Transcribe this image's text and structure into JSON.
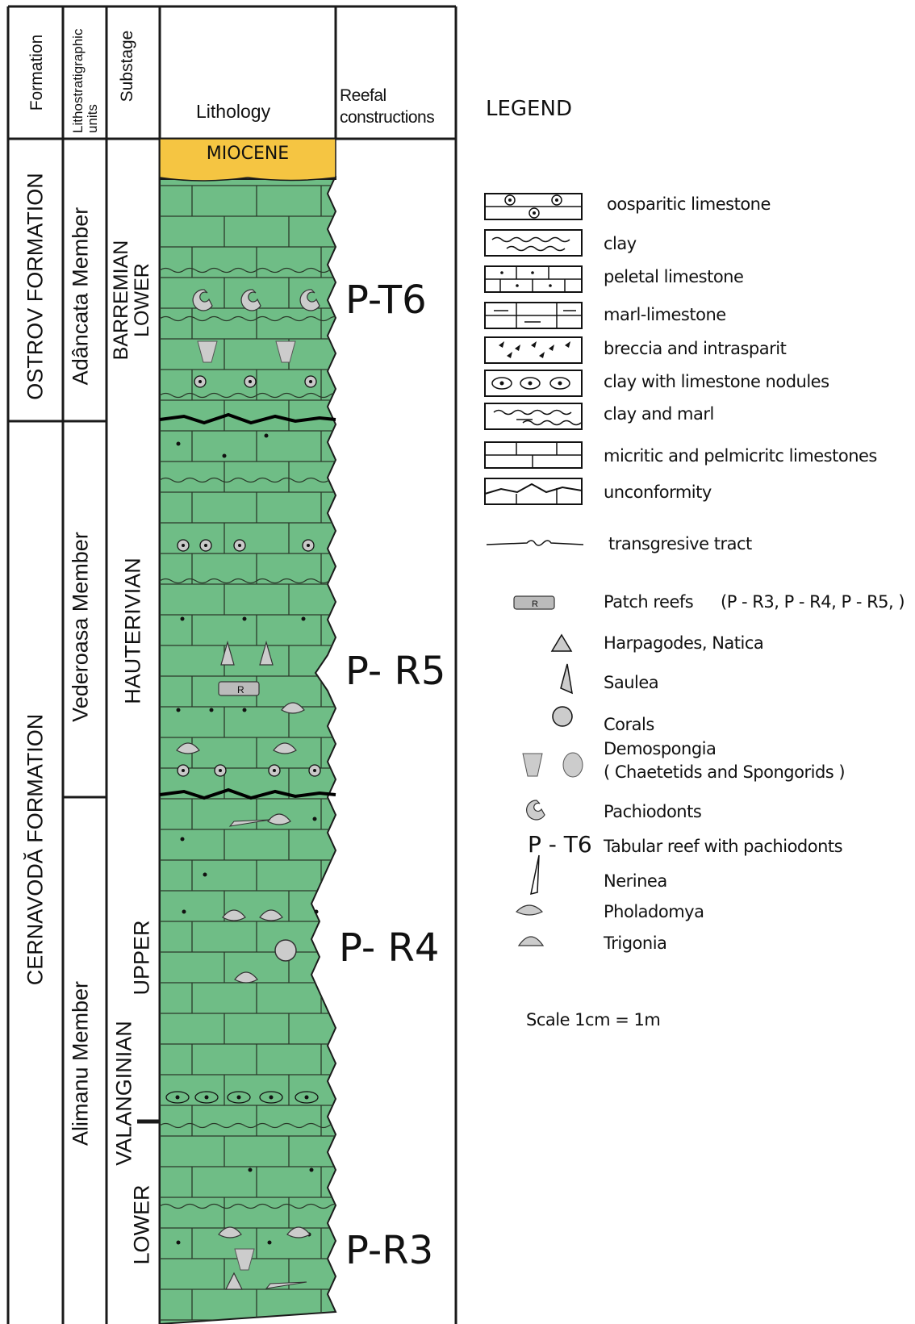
{
  "header": {
    "formation": "Formation",
    "litho_units": "Lithostratigraphic units",
    "substage": "Substage",
    "lithology": "Lithology",
    "reefal": "Reefal constructions"
  },
  "formations": {
    "ostrov": "OSTROV FORMATION",
    "cernavoda": "CERNAVODĂ FORMATION"
  },
  "members": {
    "adancata": "Adâncata Member",
    "vederoasa": "Vederoasa Member",
    "alimanu": "Alimanu Member"
  },
  "substages": {
    "barremian_lower": "BARREMIAN LOWER",
    "hauterivian": "HAUTERIVIAN",
    "valanginian": "VALANGINIAN",
    "upper": "UPPER",
    "lower": "LOWER"
  },
  "miocene": "MIOCENE",
  "reefs": {
    "pt6": "P-T6",
    "pr5": "P- R5",
    "pr4": "P- R4",
    "pr3": "P-R3"
  },
  "legend": {
    "title": "LEGEND",
    "items": [
      {
        "label": "oosparitic limestone",
        "icon": "oosparitic-limestone-icon"
      },
      {
        "label": "clay",
        "icon": "clay-icon"
      },
      {
        "label": "peletal limestone",
        "icon": "peletal-limestone-icon"
      },
      {
        "label": "marl-limestone",
        "icon": "marl-limestone-icon"
      },
      {
        "label": "breccia and  intrasparit",
        "icon": "breccia-icon"
      },
      {
        "label": "clay with limestone nodules",
        "icon": "clay-nodules-icon"
      },
      {
        "label": "clay and marl",
        "icon": "clay-marl-icon"
      },
      {
        "label": "micritic and pelmicritc limestones",
        "icon": "micritic-limestone-icon"
      },
      {
        "label": "unconformity",
        "icon": "unconformity-icon"
      },
      {
        "label": "transgresive tract",
        "icon": "transgressive-tract-icon"
      },
      {
        "label": "Patch reefs",
        "icon": "patch-reef-icon"
      },
      {
        "label": "Harpagodes, Natica",
        "icon": "harpagodes-icon"
      },
      {
        "label": "Saulea",
        "icon": "saulea-icon"
      },
      {
        "label": "Corals",
        "icon": "coral-icon"
      },
      {
        "label": "Demospongia",
        "icon": "demospongia-icon"
      },
      {
        "label": "( Chaetetids and Spongorids )",
        "icon": ""
      },
      {
        "label": "Pachiodonts",
        "icon": "pachiodont-icon"
      },
      {
        "label": "Tabular reef with pachiodonts",
        "icon": "tabular-reef-icon"
      },
      {
        "label": "Nerinea",
        "icon": "nerinea-icon"
      },
      {
        "label": "Pholadomya",
        "icon": "pholadomya-icon"
      },
      {
        "label": "Trigonia",
        "icon": "trigonia-icon"
      }
    ],
    "patch_reefs_list": "(P - R3, P - R4, P - R5, )",
    "tabular_symbol": "P - T6",
    "patch_symbol": "R",
    "scale": "Scale 1cm = 1m"
  },
  "colors": {
    "lithology_fill": "#6fbd86",
    "miocene_fill": "#f5c542",
    "line": "#1a1a1a"
  }
}
